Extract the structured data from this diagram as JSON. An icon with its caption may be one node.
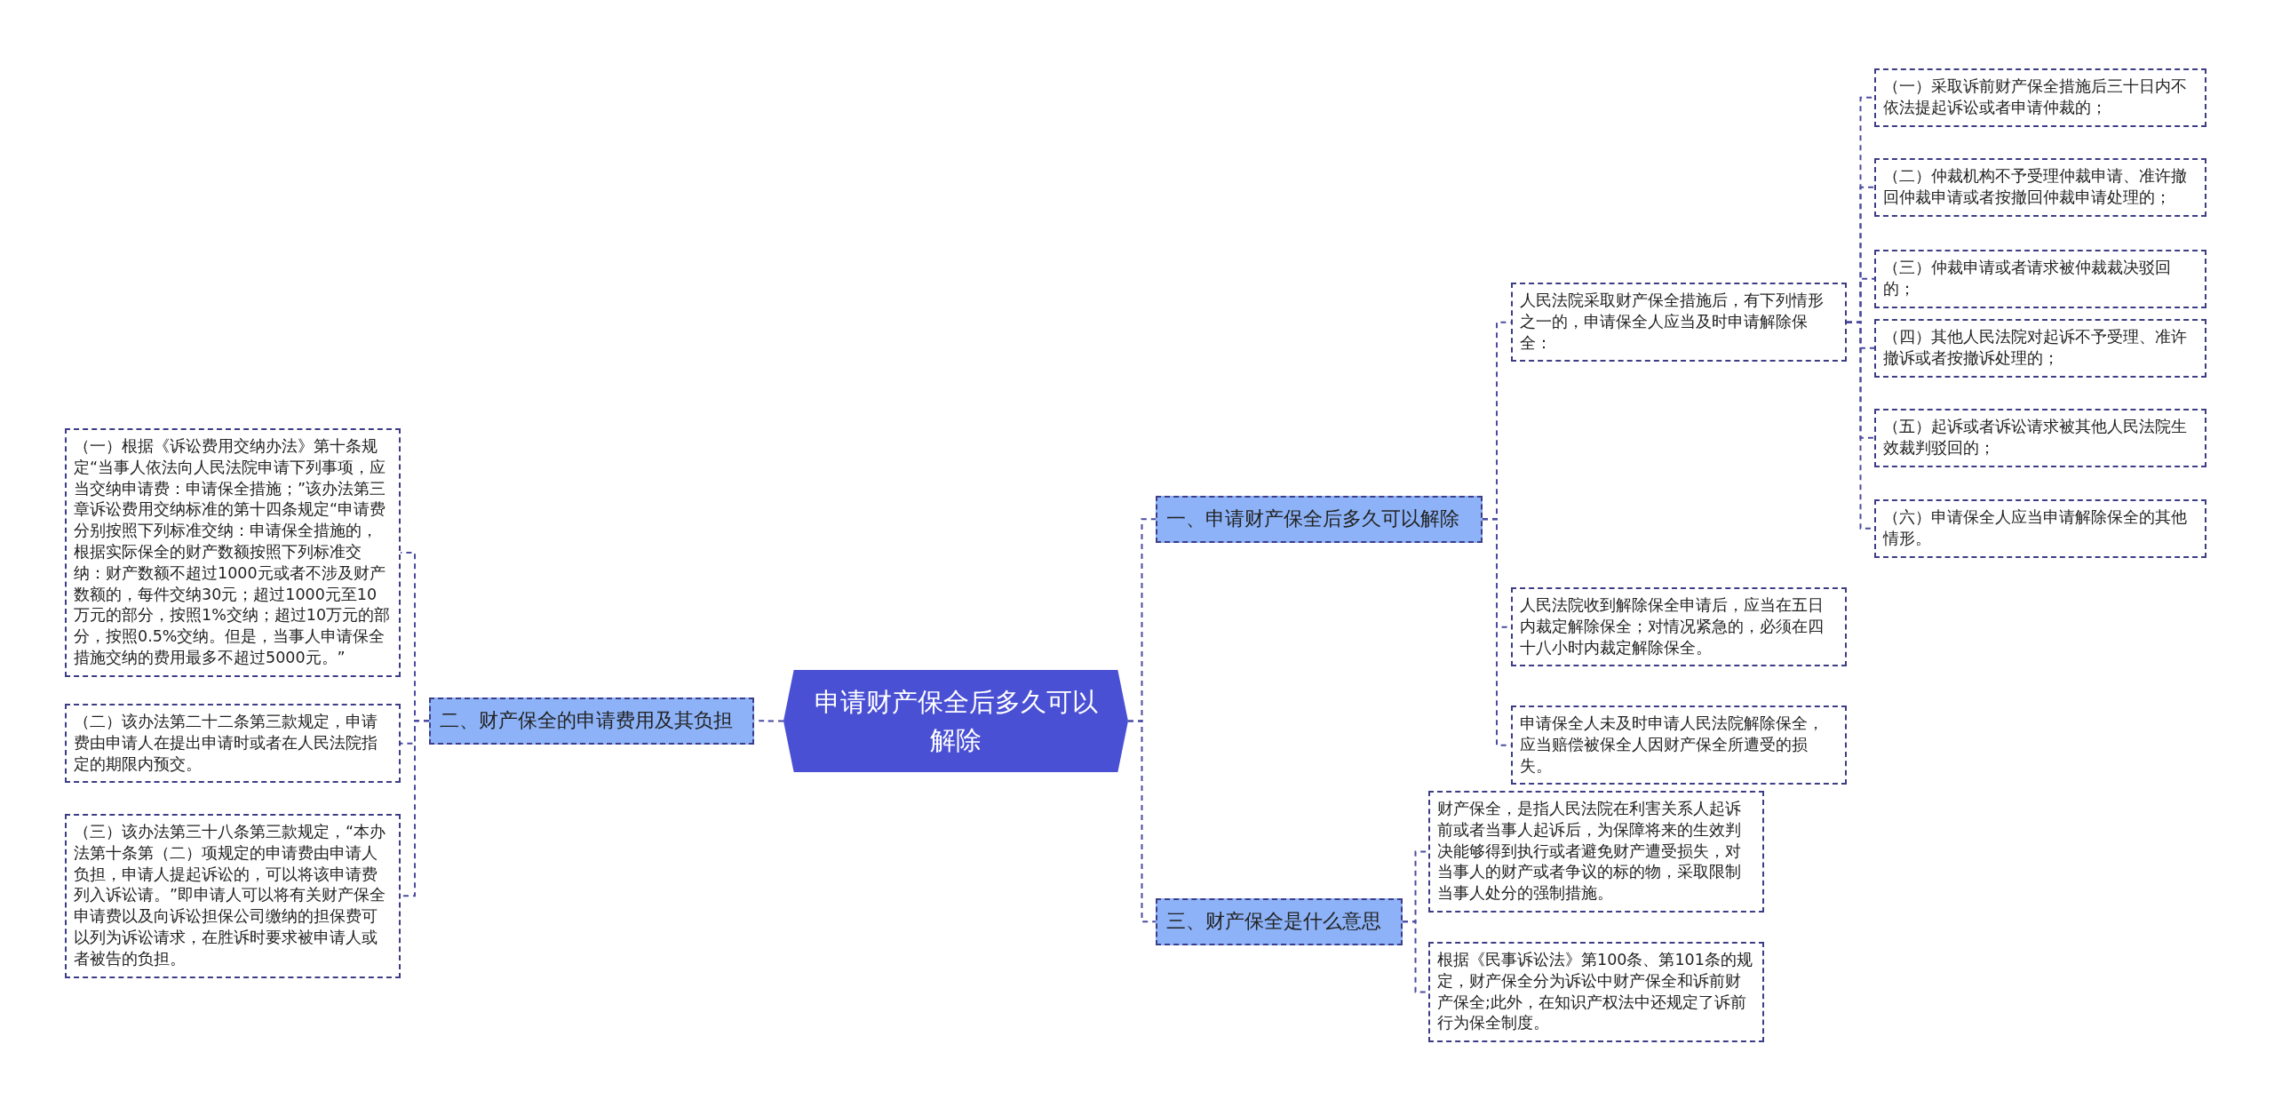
{
  "diagram": {
    "nodes": [
      {
        "text": [
          "申请财产保全后多久可以解除"
        ]
      },
      {
        "text": [
          "一、申请财产保全后多久可以解除"
        ]
      },
      {
        "text": [
          "人民法院采取财产保全措施后，有下列情形之一的，申请保全人应当及时申请解除保全："
        ]
      },
      {
        "text": [
          "（一）采取诉前财产保全措施后三十日内不依法提起诉讼或者申请仲裁的；"
        ]
      },
      {
        "text": [
          "（二）仲裁机构不予受理仲裁申请、准许撤回仲裁申请或者按撤回仲裁申请处理的；"
        ]
      },
      {
        "text": [
          "（三）仲裁申请或者请求被仲裁裁决驳回的；"
        ]
      },
      {
        "text": [
          "（四）其他人民法院对起诉不予受理、准许撤诉或者按撤诉处理的；"
        ]
      },
      {
        "text": [
          "（五）起诉或者诉讼请求被其他人民法院生效裁判驳回的；"
        ]
      },
      {
        "text": [
          "（六）申请保全人应当申请解除保全的其他情形。"
        ]
      },
      {
        "text": [
          "人民法院收到解除保全申请后，应当在五日内裁定解除保全；对情况紧急的，必须在四十八小时内裁定解除保全。"
        ]
      },
      {
        "text": [
          "申请保全人未及时申请人民法院解除保全，应当赔偿被保全人因财产保全所遭受的损失。"
        ]
      },
      {
        "text": [
          "二、财产保全的申请费用及其负担"
        ]
      },
      {
        "text": [
          "（一）根据《诉讼费用交纳办法》第十条规定“当事人依法向人民法院申请下列事项，应当交纳申请费：申请保全措施；”该办法第三章诉讼费用交纳标准的第十四条规定“申请费分别按照下列标准交纳：申请保全措施的，根据实际保全的财产数额按照下列标准交纳：财产数额不超过1000元或者不涉及财产数额的，每件交纳30元；超过1000元至10万元的部分，按照1%交纳；超过10万元的部分，按照0.5%交纳。但是，当事人申请保全措施交纳的费用最多不超过5000元。”"
        ]
      },
      {
        "text": [
          "（二）该办法第二十二条第三款规定，申请费由申请人在提出申请时或者在人民法院指定的期限内预交。"
        ]
      },
      {
        "text": [
          "（三）该办法第三十八条第三款规定，“本办法第十条第（二）项规定的申请费由申请人负担，申请人提起诉讼的，可以将该申请费列入诉讼请。”即申请人可以将有关财产保全申请费以及向诉讼担保公司缴纳的担保费可以列为诉讼请求，在胜诉时要求被申请人或者被告的负担。"
        ]
      },
      {
        "text": [
          "三、财产保全是什么意思"
        ]
      },
      {
        "text": [
          "财产保全，是指人民法院在利害关系人起诉前或者当事人起诉后，为保障将来的生效判决能够得到执行或者避免财产遭受损失，对当事人的财产或者争议的标的物，采取限制当事人处分的强制措施。"
        ]
      },
      {
        "text": [
          "根据《民事诉讼法》第100条、第101条的规定，财产保全分为诉讼中财产保全和诉前财产保全;此外，在知识产权法中还规定了诉前行为保全制度。"
        ]
      }
    ],
    "edges": [
      {
        "from": 0,
        "to": 1,
        "arrow": "none"
      },
      {
        "from": 0,
        "to": 11,
        "arrow": "none"
      },
      {
        "from": 0,
        "to": 15,
        "arrow": "none"
      },
      {
        "from": 1,
        "to": 2,
        "arrow": "none"
      },
      {
        "from": 1,
        "to": 9,
        "arrow": "none"
      },
      {
        "from": 1,
        "to": 10,
        "arrow": "none"
      },
      {
        "from": 2,
        "to": 3,
        "arrow": "none"
      },
      {
        "from": 2,
        "to": 4,
        "arrow": "none"
      },
      {
        "from": 2,
        "to": 5,
        "arrow": "none"
      },
      {
        "from": 2,
        "to": 6,
        "arrow": "none"
      },
      {
        "from": 2,
        "to": 7,
        "arrow": "none"
      },
      {
        "from": 2,
        "to": 8,
        "arrow": "none"
      },
      {
        "from": 11,
        "to": 12,
        "arrow": "none"
      },
      {
        "from": 11,
        "to": 13,
        "arrow": "none"
      },
      {
        "from": 11,
        "to": 14,
        "arrow": "none"
      },
      {
        "from": 15,
        "to": 16,
        "arrow": "none"
      },
      {
        "from": 15,
        "to": 17,
        "arrow": "none"
      }
    ]
  }
}
